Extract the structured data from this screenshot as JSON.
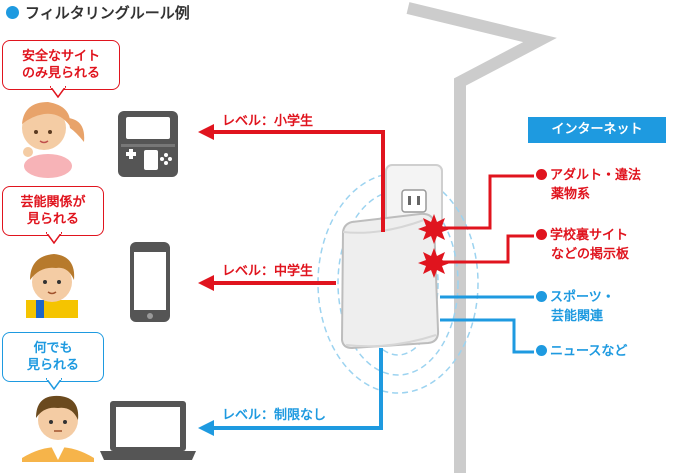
{
  "title": "フィルタリングルール例",
  "colors": {
    "red": "#e0141e",
    "blue": "#1e9ae0",
    "wall": "#cccccc"
  },
  "users": [
    {
      "bubble_lines": [
        "安全なサイト",
        "のみ見られる"
      ],
      "level_label": "レベル：小学生",
      "device_icon": "game-console-icon",
      "person_icon": "girl-avatar-icon"
    },
    {
      "bubble_lines": [
        "芸能関係が",
        "見られる"
      ],
      "level_label": "レベル：中学生",
      "device_icon": "smartphone-icon",
      "person_icon": "boy-avatar-icon"
    },
    {
      "bubble_lines": [
        "何でも",
        "見られる"
      ],
      "level_label": "レベル：制限なし",
      "device_icon": "laptop-icon",
      "person_icon": "man-avatar-icon"
    }
  ],
  "internet_label": "インターネット",
  "categories": [
    {
      "lines": [
        "アダルト・違法",
        "薬物系"
      ],
      "status": "blocked"
    },
    {
      "lines": [
        "学校裏サイト",
        "などの掲示板"
      ],
      "status": "blocked"
    },
    {
      "lines": [
        "スポーツ・",
        "芸能関連"
      ],
      "status": "allowed"
    },
    {
      "lines": [
        "ニュースなど"
      ],
      "status": "allowed"
    }
  ]
}
